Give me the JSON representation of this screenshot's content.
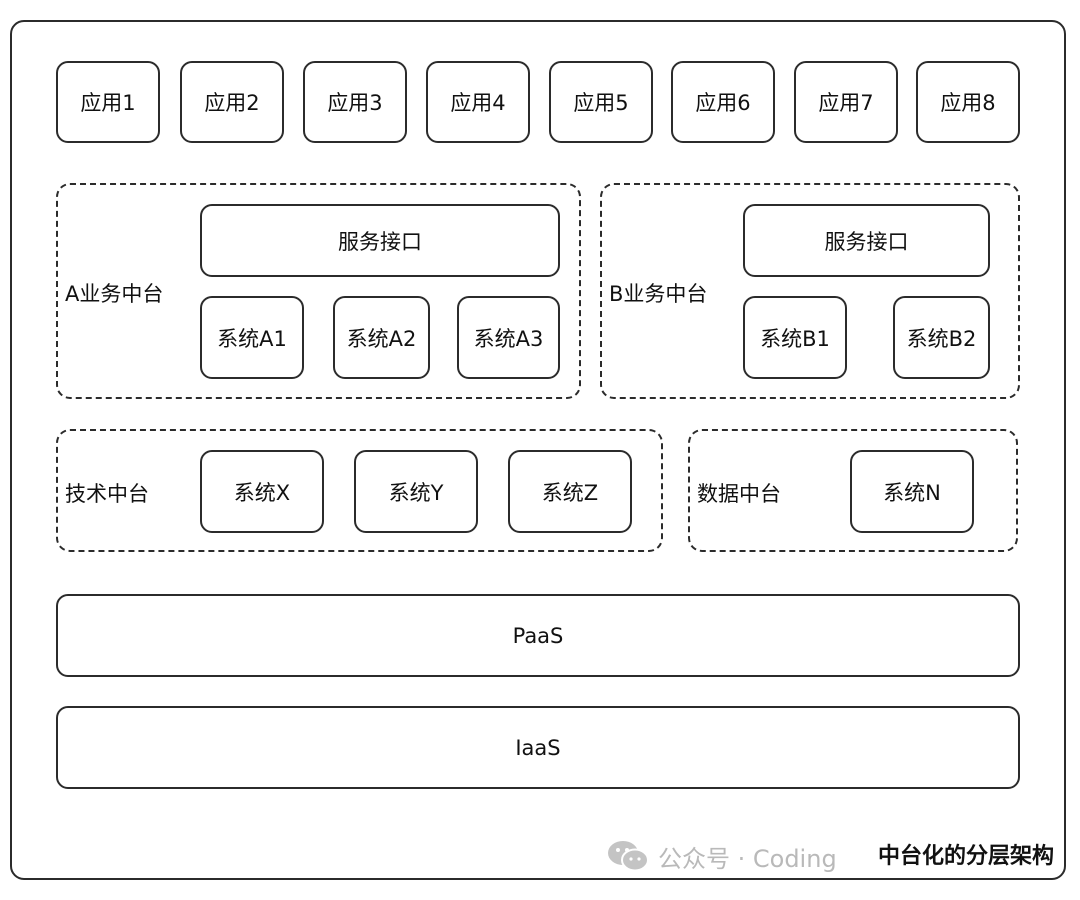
{
  "apps": [
    "应用1",
    "应用2",
    "应用3",
    "应用4",
    "应用5",
    "应用6",
    "应用7",
    "应用8"
  ],
  "biz_a": {
    "label": "A业务中台",
    "interface": "服务接口",
    "systems": [
      "系统A1",
      "系统A2",
      "系统A3"
    ]
  },
  "biz_b": {
    "label": "B业务中台",
    "interface": "服务接口",
    "systems": [
      "系统B1",
      "系统B2"
    ]
  },
  "tech": {
    "label": "技术中台",
    "systems": [
      "系统X",
      "系统Y",
      "系统Z"
    ]
  },
  "data_platform": {
    "label": "数据中台",
    "systems": [
      "系统N"
    ]
  },
  "paas": "PaaS",
  "iaas": "IaaS",
  "watermark": "公众号 · Coding",
  "caption": "中台化的分层架构"
}
